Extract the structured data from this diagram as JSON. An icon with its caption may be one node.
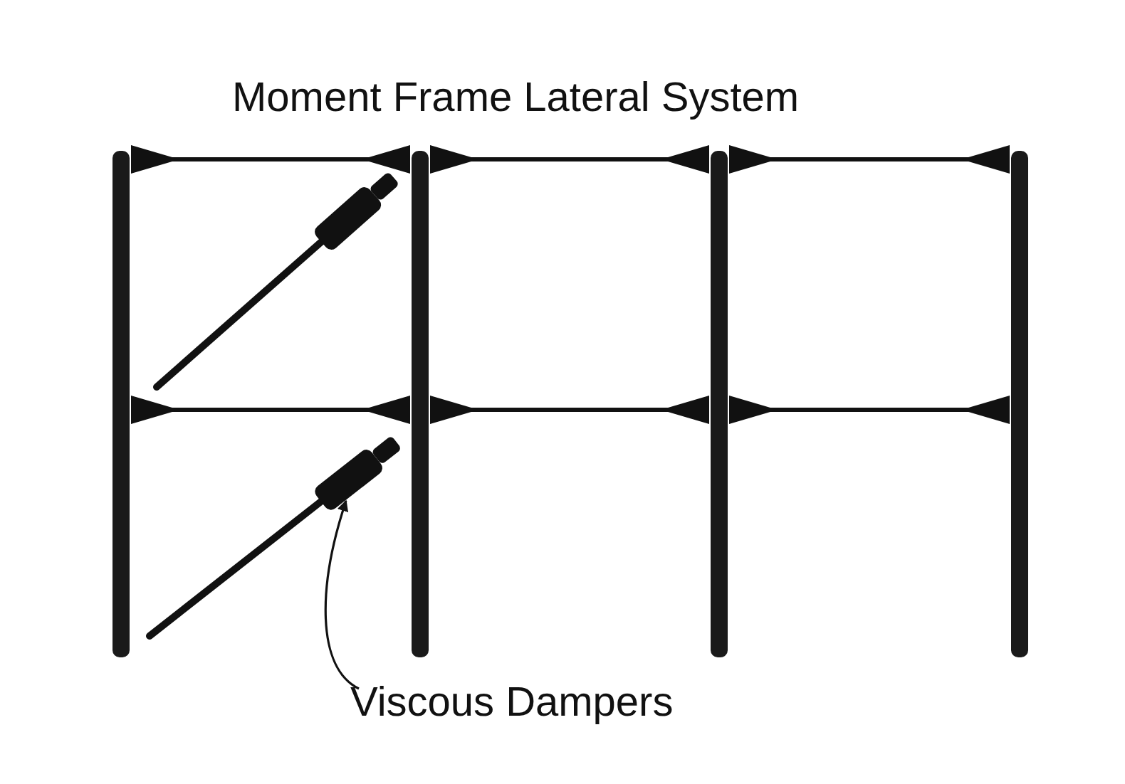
{
  "diagram": {
    "title": "Moment Frame Lateral System",
    "nodes": [
      {
        "text": [
          "Viscous Dampers"
        ]
      },
      {
        "text": [],
        "shape": "cylinder"
      }
    ],
    "edges": [
      {
        "from": 0,
        "to": 1,
        "arrow": "to"
      }
    ]
  }
}
